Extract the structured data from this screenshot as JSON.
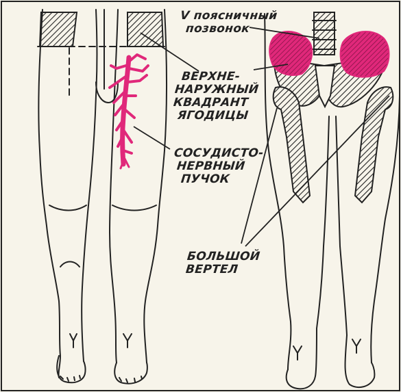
{
  "labels": {
    "vertebra": [
      "V поясничный",
      "позвонок"
    ],
    "quadrant": [
      "ВЕРХНЕ-",
      "НАРУЖНЫЙ",
      "КВАДРАНТ",
      "ЯГОДИЦЫ"
    ],
    "bundle": [
      "СОСУДИСТО-",
      "НЕРВНЫЙ",
      "ПУЧОК"
    ],
    "trochanter": [
      "БОЛЬШОЙ",
      "ВЕРТЕЛ"
    ]
  },
  "colors": {
    "ink": "#222222",
    "paper": "#f7f4ea",
    "highlight": "#e0287a"
  }
}
